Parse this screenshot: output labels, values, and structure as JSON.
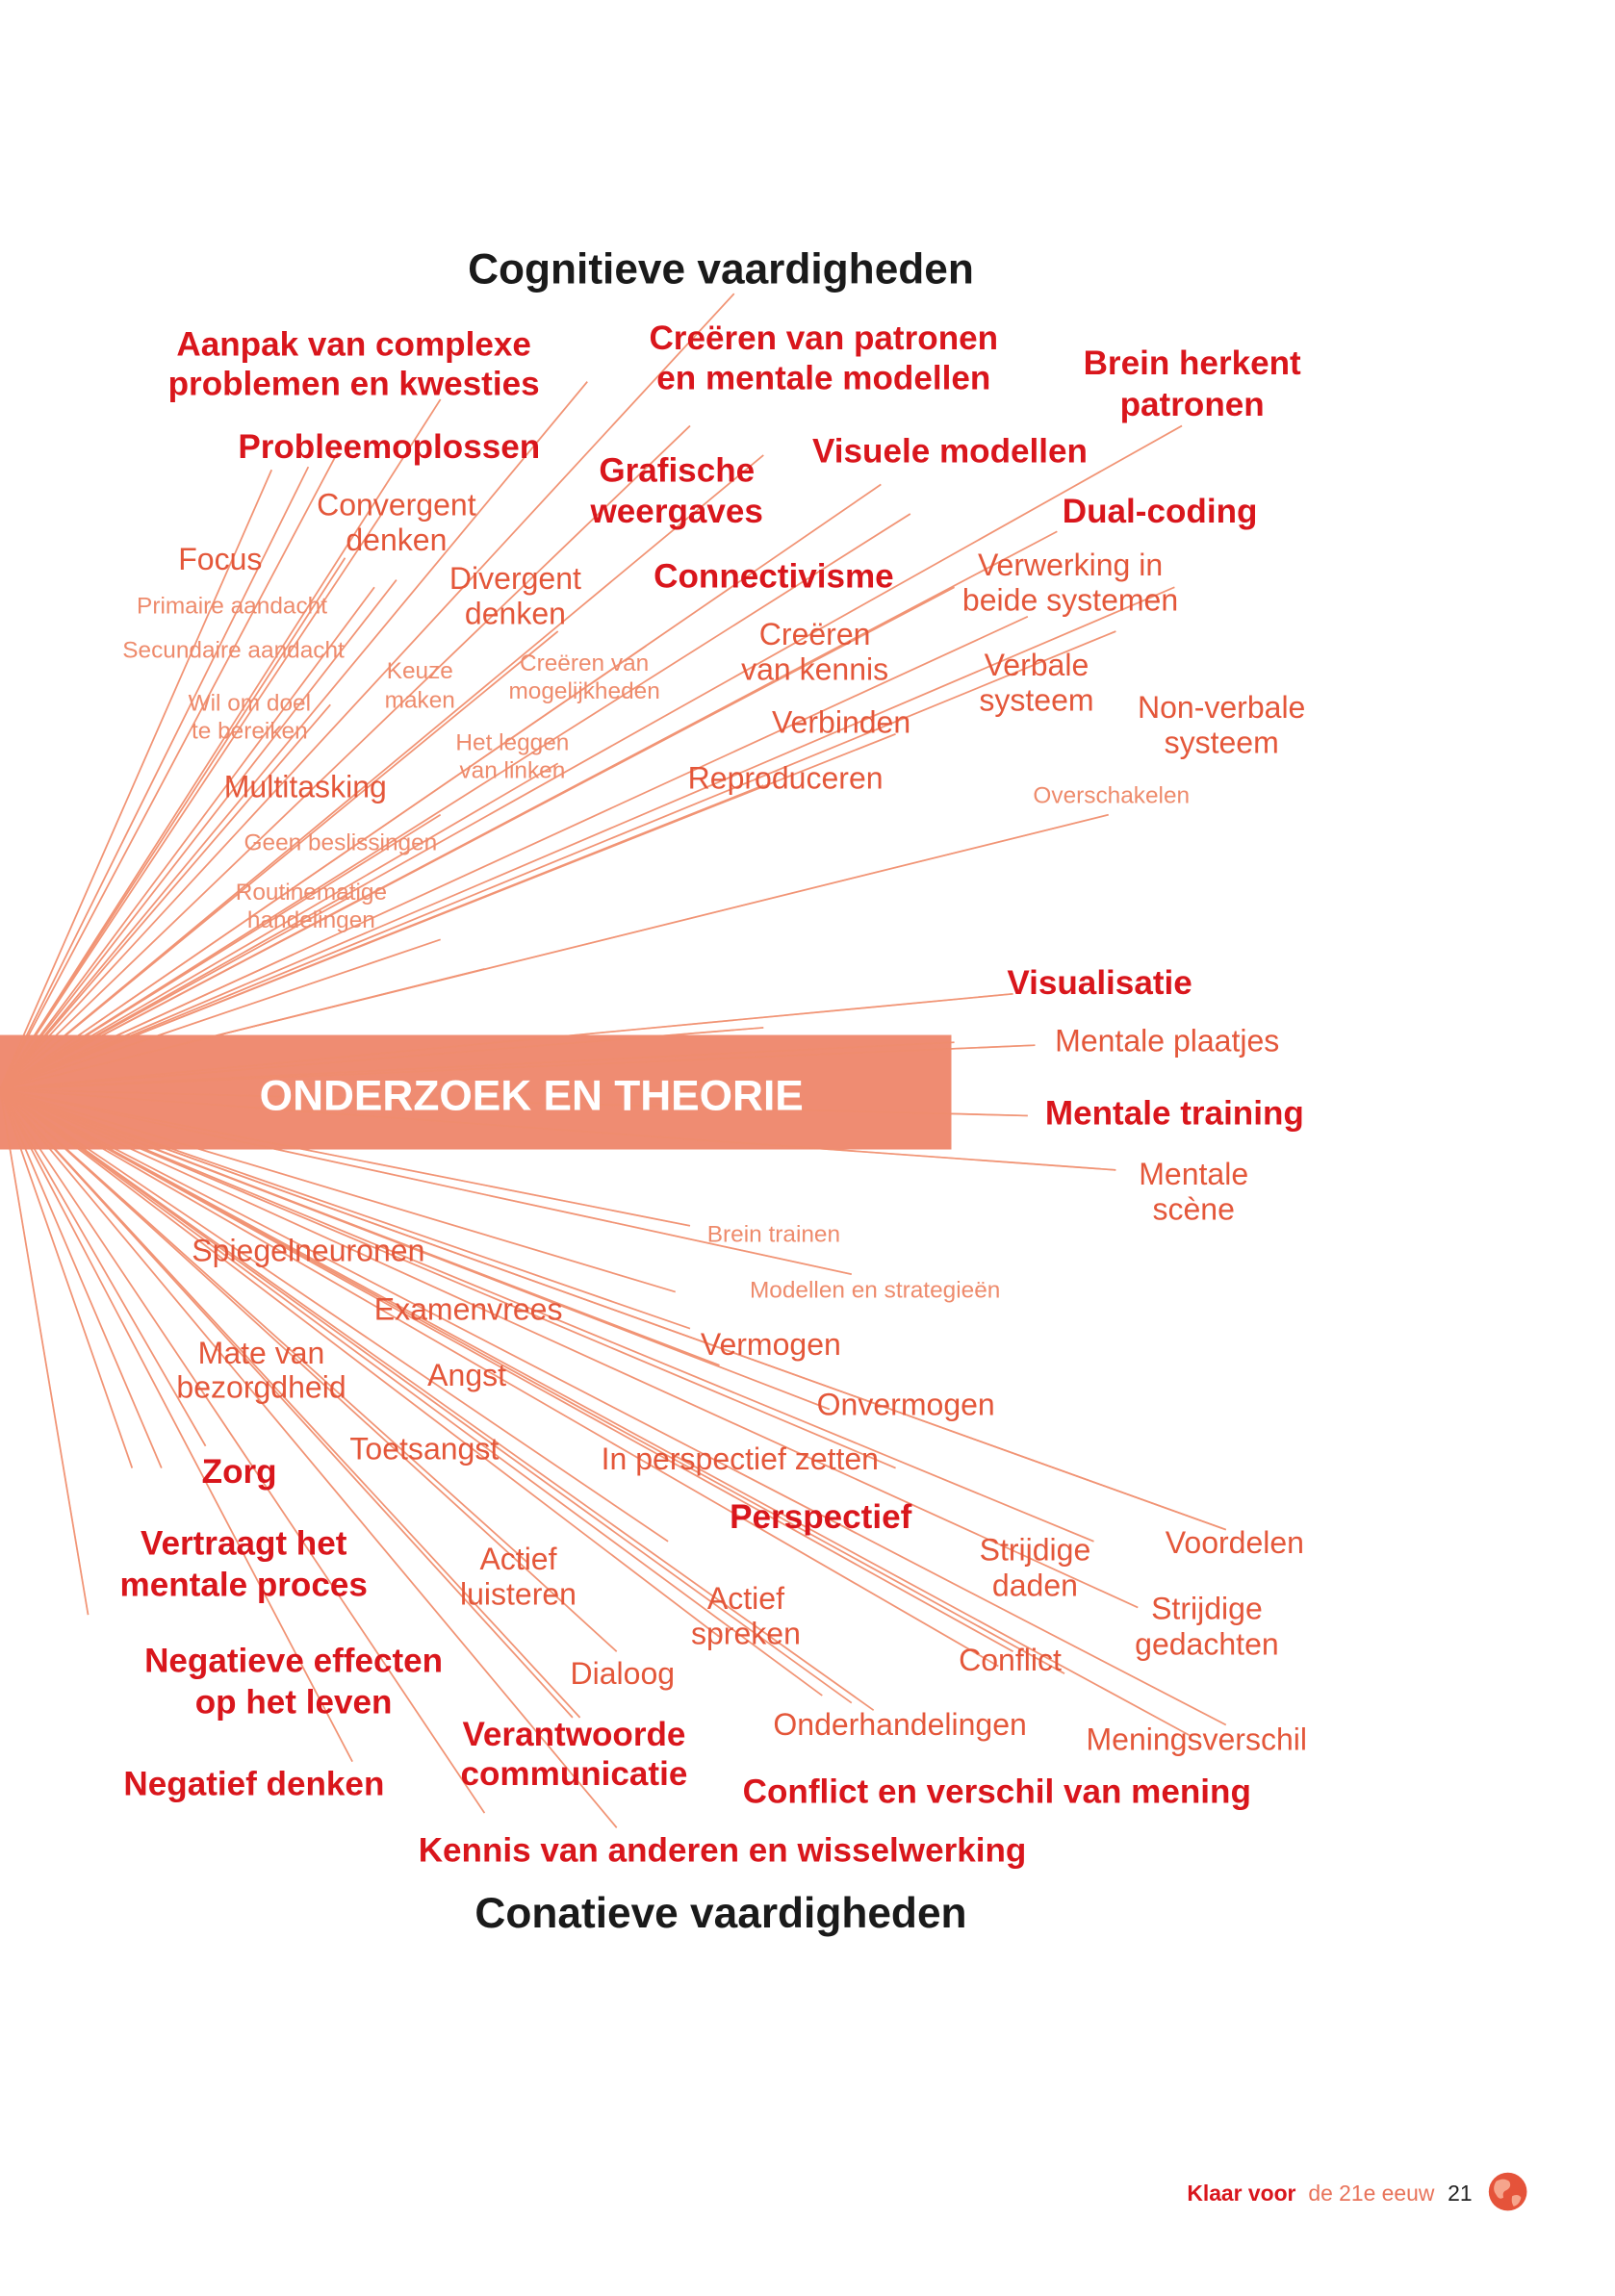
{
  "diagram": {
    "center_label": "ONDERZOEK EN THEORIE",
    "top_heading": "Cognitieve vaardigheden",
    "bottom_heading": "Conatieve vaardigheden",
    "colors": {
      "bold": "#d9161c",
      "medium": "#e4573a",
      "light": "#ee8b6c",
      "banner": "#ee8266",
      "rays": "#f19475"
    }
  },
  "labels": [
    {
      "lines": [
        "Aanpak van complexe",
        "problemen en kwesties"
      ]
    },
    {
      "lines": [
        "Creëren van patronen",
        "en mentale modellen"
      ]
    },
    {
      "lines": [
        "Brein herkent",
        "patronen"
      ]
    },
    {
      "lines": [
        "Probleemoplossen"
      ]
    },
    {
      "lines": [
        "Grafische",
        "weergaves"
      ]
    },
    {
      "lines": [
        "Visuele modellen"
      ]
    },
    {
      "lines": [
        "Convergent",
        "denken"
      ]
    },
    {
      "lines": [
        "Dual-coding"
      ]
    },
    {
      "lines": [
        "Focus"
      ]
    },
    {
      "lines": [
        "Divergent",
        "denken"
      ]
    },
    {
      "lines": [
        "Connectivisme"
      ]
    },
    {
      "lines": [
        "Verwerking in",
        "beide systemen"
      ]
    },
    {
      "lines": [
        "Primaire aandacht"
      ]
    },
    {
      "lines": [
        "Secundaire aandacht"
      ]
    },
    {
      "lines": [
        "Creëren",
        "van kennis"
      ]
    },
    {
      "lines": [
        "Keuze",
        "maken"
      ]
    },
    {
      "lines": [
        "Creëren van",
        "mogelijkheden"
      ]
    },
    {
      "lines": [
        "Verbale",
        "systeem"
      ]
    },
    {
      "lines": [
        "Wil om doel",
        "te bereiken"
      ]
    },
    {
      "lines": [
        "Non-verbale",
        "systeem"
      ]
    },
    {
      "lines": [
        "Verbinden"
      ]
    },
    {
      "lines": [
        "Het leggen",
        "van linken"
      ]
    },
    {
      "lines": [
        "Multitasking"
      ]
    },
    {
      "lines": [
        "Reproduceren"
      ]
    },
    {
      "lines": [
        "Overschakelen"
      ]
    },
    {
      "lines": [
        "Geen beslissingen"
      ]
    },
    {
      "lines": [
        "Routinematige",
        "handelingen"
      ]
    },
    {
      "lines": [
        "Visualisatie"
      ]
    },
    {
      "lines": [
        "Mentale plaatjes"
      ]
    },
    {
      "lines": [
        "Mentale training"
      ]
    },
    {
      "lines": [
        "Mentale",
        "scène"
      ]
    },
    {
      "lines": [
        "Brein trainen"
      ]
    },
    {
      "lines": [
        "Spiegelneuronen"
      ]
    },
    {
      "lines": [
        "Modellen en strategieën"
      ]
    },
    {
      "lines": [
        "Examenvrees"
      ]
    },
    {
      "lines": [
        "Vermogen"
      ]
    },
    {
      "lines": [
        "Mate van",
        "bezorgdheid"
      ]
    },
    {
      "lines": [
        "Angst"
      ]
    },
    {
      "lines": [
        "Onvermogen"
      ]
    },
    {
      "lines": [
        "Toetsangst"
      ]
    },
    {
      "lines": [
        "In perspectief zetten"
      ]
    },
    {
      "lines": [
        "Zorg"
      ]
    },
    {
      "lines": [
        "Perspectief"
      ]
    },
    {
      "lines": [
        "Vertraagt het",
        "mentale proces"
      ]
    },
    {
      "lines": [
        "Actief",
        "luisteren"
      ]
    },
    {
      "lines": [
        "Strijdige",
        "daden"
      ]
    },
    {
      "lines": [
        "Voordelen"
      ]
    },
    {
      "lines": [
        "Actief",
        "spreken"
      ]
    },
    {
      "lines": [
        "Strijdige",
        "gedachten"
      ]
    },
    {
      "lines": [
        "Negatieve effecten",
        "op het leven"
      ]
    },
    {
      "lines": [
        "Dialoog"
      ]
    },
    {
      "lines": [
        "Conflict"
      ]
    },
    {
      "lines": [
        "Onderhandelingen"
      ]
    },
    {
      "lines": [
        "Meningsverschil"
      ]
    },
    {
      "lines": [
        "Verantwoorde",
        "communicatie"
      ]
    },
    {
      "lines": [
        "Negatief denken"
      ]
    },
    {
      "lines": [
        "Conflict en verschil van mening"
      ]
    },
    {
      "lines": [
        "Kennis van anderen en wisselwerking"
      ]
    }
  ],
  "footer": {
    "brand_bold": "Klaar voor",
    "brand_rest": "de 21e eeuw",
    "page_number": "21",
    "globe_icon": "globe-icon"
  }
}
